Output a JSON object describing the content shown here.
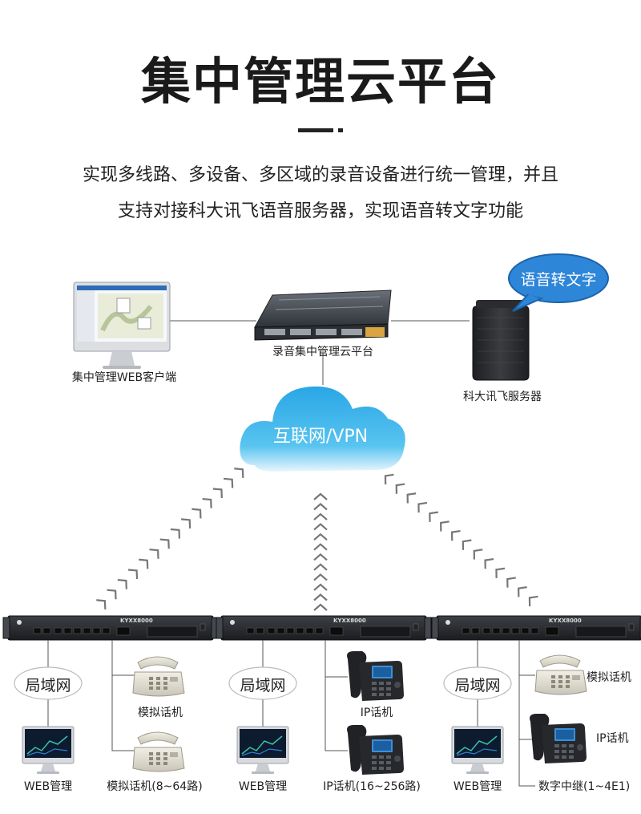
{
  "header": {
    "title": "集中管理云平台",
    "description_line1": "实现多线路、多设备、多区域的录音设备进行统一管理，并且",
    "description_line2": "支持对接科大讯飞语音服务器，实现语音转文字功能"
  },
  "top_devices": {
    "web_client_label": "集中管理WEB客户端",
    "server_label": "录音集中管理云平台",
    "iflytek_label": "科大讯飞服务器",
    "speech_bubble": "语音转文字"
  },
  "cloud": {
    "label": "互联网/VPN"
  },
  "recorder_model": "KYXX8000",
  "sites": [
    {
      "lan_label": "局域网",
      "web_label": "WEB管理",
      "phone1_label": "模拟话机",
      "phone2_label": "模拟话机(8~64路)"
    },
    {
      "lan_label": "局域网",
      "web_label": "WEB管理",
      "phone1_label": "IP话机",
      "phone2_label": "IP话机(16~256路)"
    },
    {
      "lan_label": "局域网",
      "web_label": "WEB管理",
      "phone1_label": "模拟话机",
      "phone2_label": "IP话机",
      "trunk_label": "数字中继(1~4E1)"
    }
  ],
  "colors": {
    "cloud": "#3ab3ea",
    "line": "#555555",
    "device": "#2b2d31"
  }
}
